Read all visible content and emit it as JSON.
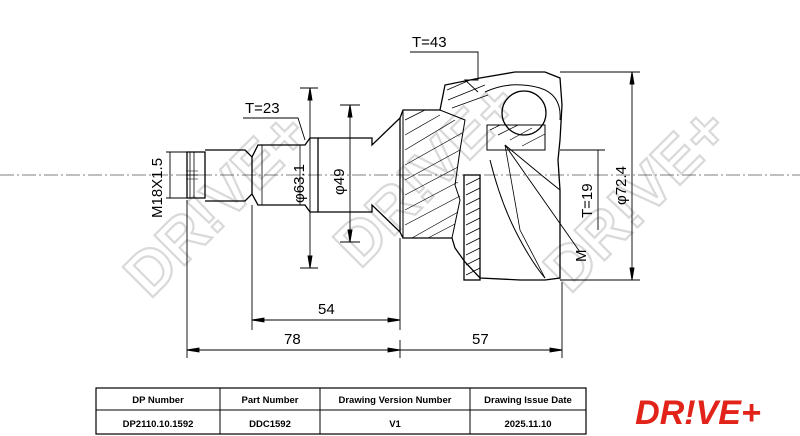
{
  "brand": {
    "logo_text": "DR!VE+",
    "logo_color": "#e2231a",
    "watermark_text": "DR!VE+",
    "watermark_color": "#d9d9d9"
  },
  "dimensions": {
    "thread": "M18X1.5",
    "teeth_shaft": "T=23",
    "teeth_housing": "T=43",
    "teeth_inner": "T=19",
    "diameter_shaft": "φ63.1",
    "diameter_seat": "φ49",
    "diameter_outer": "φ72.4",
    "length_shaft_section": "54",
    "length_overall_shaft": "78",
    "length_housing": "57",
    "marker_m": "M"
  },
  "info_table": {
    "headers": [
      "DP Number",
      "Part Number",
      "Drawing Version Number",
      "Drawing Issue Date"
    ],
    "values": [
      "DP2110.10.1592",
      "DDC1592",
      "V1",
      "2025.11.10"
    ]
  }
}
